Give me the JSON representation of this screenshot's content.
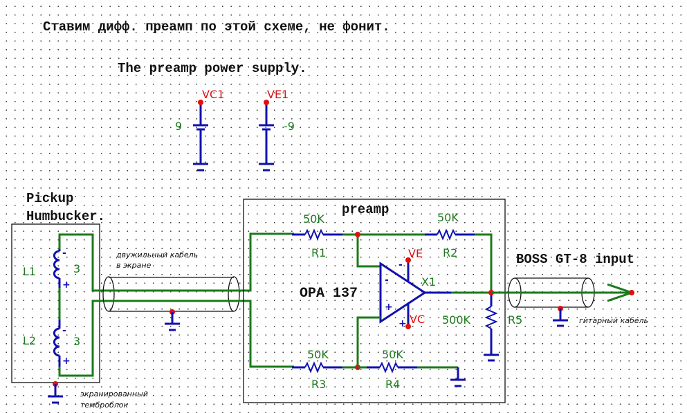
{
  "texts": {
    "title_ru": "Ставим дифф. преамп по этой схеме, не фонит.",
    "power_title": "The preamp power supply.",
    "pickup_line1": "Pickup",
    "pickup_line2": "Humbucker.",
    "preamp_title": "preamp",
    "opamp_model": "OPA 137",
    "boss_label": "BOSS GT-8 input",
    "cable1_line1": "двужильный кабель",
    "cable1_line2": "в экране",
    "cable2": "гитарный кабель",
    "shield_line1": "экранированный",
    "shield_line2": "темброблок"
  },
  "power": {
    "vc1": {
      "name": "VC1",
      "value": "9"
    },
    "ve1": {
      "name": "VE1",
      "value": "-9"
    }
  },
  "components": {
    "L1": {
      "name": "L1",
      "value": "3"
    },
    "L2": {
      "name": "L2",
      "value": "3"
    },
    "R1": {
      "name": "R1",
      "value": "50K"
    },
    "R2": {
      "name": "R2",
      "value": "50K"
    },
    "R3": {
      "name": "R3",
      "value": "50K"
    },
    "R4": {
      "name": "R4",
      "value": "50K"
    },
    "R5": {
      "name": "R5",
      "value": "500K"
    },
    "X1": {
      "name": "X1",
      "ve": "VE",
      "vc": "VC"
    }
  },
  "colors": {
    "wire": "#1a7a1a",
    "component": "#1010b0",
    "node": "#e01010",
    "label": "#1e7a1e"
  }
}
